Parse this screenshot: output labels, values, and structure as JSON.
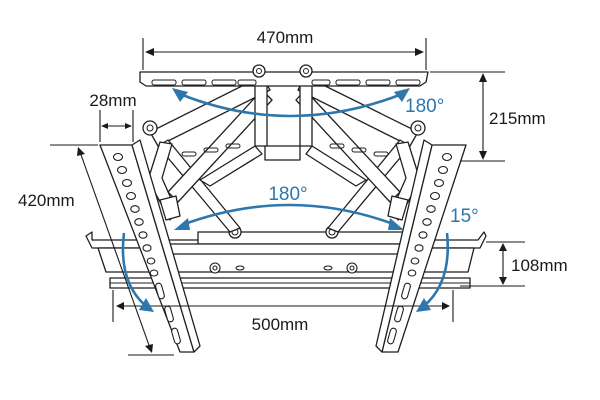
{
  "diagram": {
    "subject": "Full-motion TV wall mount bracket",
    "colors": {
      "line": "#1f1f1f",
      "rotation_arrow": "#2e77ad",
      "background": "#ffffff"
    },
    "dimensions": {
      "wall_plate_width": "470mm",
      "arm_extension": "215mm",
      "bracket_width": "28mm",
      "bracket_length": "420mm",
      "rail_height": "108mm",
      "max_vesa_width": "500mm"
    },
    "rotations": {
      "wall_swivel": "180°",
      "tv_swivel": "180°",
      "tilt": "15°"
    }
  }
}
